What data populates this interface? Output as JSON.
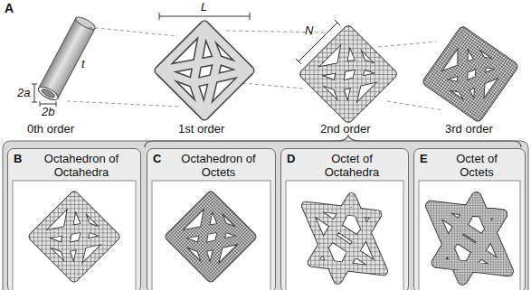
{
  "diagram": {
    "nodes": [
      {
        "text": [
          "B",
          "Octahedron of Octahedra"
        ]
      },
      {
        "text": [
          "C",
          "Octahedron of Octets"
        ]
      },
      {
        "text": [
          "D",
          "Octet of Octahedra"
        ]
      },
      {
        "text": [
          "E",
          "Octet of Octets"
        ]
      }
    ],
    "edges": [],
    "labels": [
      "A",
      "L",
      "2a",
      "2b",
      "t",
      "N",
      "0th order",
      "1st order",
      "2nd order",
      "3rd order"
    ]
  }
}
